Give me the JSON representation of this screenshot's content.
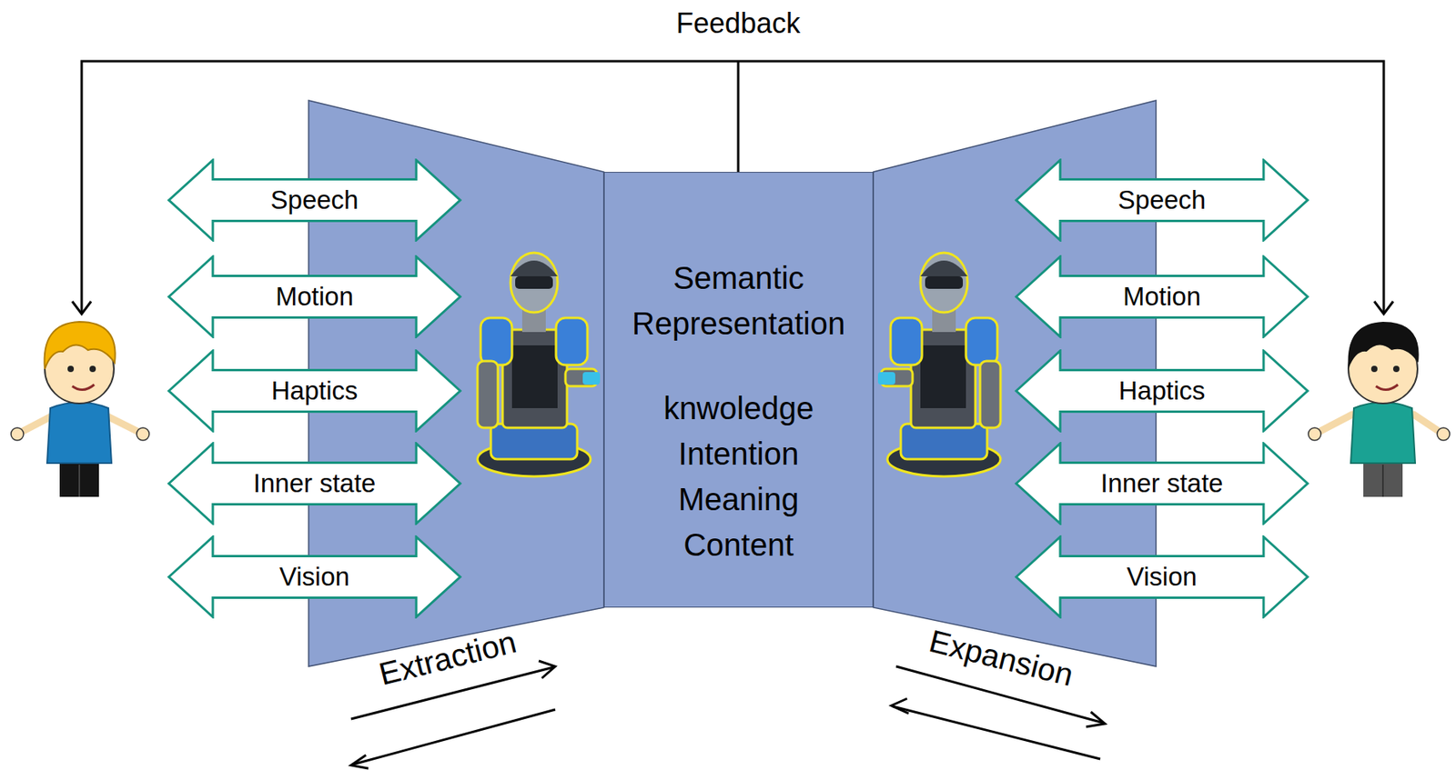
{
  "diagram": {
    "nodes": [
      {
        "text": [
          "Speech"
        ]
      },
      {
        "text": [
          "Motion"
        ]
      },
      {
        "text": [
          "Haptics"
        ]
      },
      {
        "text": [
          "Inner state"
        ]
      },
      {
        "text": [
          "Vision"
        ]
      },
      {
        "text": [
          "Semantic Representation",
          "knwoledge Intention Meaning Content"
        ]
      },
      {
        "text": [
          "Speech"
        ]
      },
      {
        "text": [
          "Motion"
        ]
      },
      {
        "text": [
          "Haptics"
        ]
      },
      {
        "text": [
          "Inner state"
        ]
      },
      {
        "text": [
          "Vision"
        ]
      }
    ],
    "labels": [
      "Feedback",
      "Extraction",
      "Expansion"
    ]
  }
}
